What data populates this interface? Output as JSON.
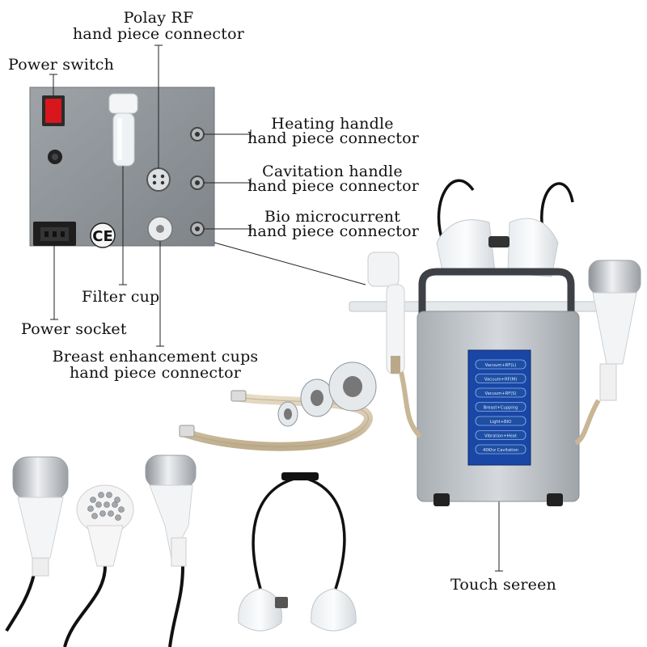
{
  "labels": {
    "polay_rf_1": "Polay RF",
    "polay_rf_2": "hand piece connector",
    "power_switch": "Power switch",
    "heating_1": "Heating handle",
    "heating_2": "hand piece connector",
    "cavitation_1": "Cavitation handle",
    "cavitation_2": "hand piece connector",
    "bio_1": "Bio microcurrent",
    "bio_2": "hand piece connector",
    "filter_cup": "Filter cup",
    "power_socket": "Power socket",
    "breast_1": "Breast enhancement cups",
    "breast_2": "hand piece connector",
    "touch_screen": "Touch sereen"
  },
  "panel": {
    "ce_mark": "CE"
  },
  "screen_menu": [
    "Vacuum+RF(L)",
    "Vacuum+RF(M)",
    "Vacuum+RF(S)",
    "Breast+Cupping",
    "Light+BIO",
    "Vibration+Heat",
    "40Khz Cavitation"
  ],
  "colors": {
    "panel": "#8e9398",
    "machine_body": "#c4c9ce",
    "screen": "#1a47a6",
    "switch": "#d8161b"
  }
}
